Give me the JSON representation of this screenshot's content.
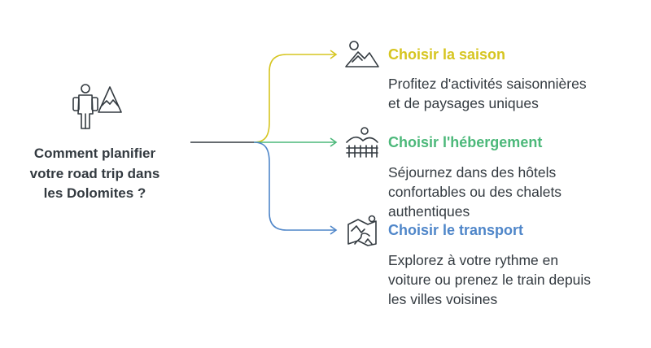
{
  "center": {
    "lines": [
      "Comment planifier",
      "votre road trip dans",
      "les Dolomites ?"
    ],
    "icon": "hiker-mountain-icon"
  },
  "branches": [
    {
      "title": "Choisir la saison",
      "color": "#d6c520",
      "icon": "mountain-sun-icon",
      "desc": [
        "Profitez d'activités saisonnières",
        "et de paysages uniques"
      ]
    },
    {
      "title": "Choisir l'hébergement",
      "color": "#4cb87a",
      "icon": "chalet-landscape-icon",
      "desc": [
        "Séjournez dans des hôtels",
        "confortables ou des chalets",
        "authentiques"
      ]
    },
    {
      "title": "Choisir le transport",
      "color": "#4f86c9",
      "icon": "road-map-icon",
      "desc": [
        "Explorez à votre rythme en",
        "voiture ou prenez le train depuis",
        "les villes voisines"
      ]
    }
  ]
}
